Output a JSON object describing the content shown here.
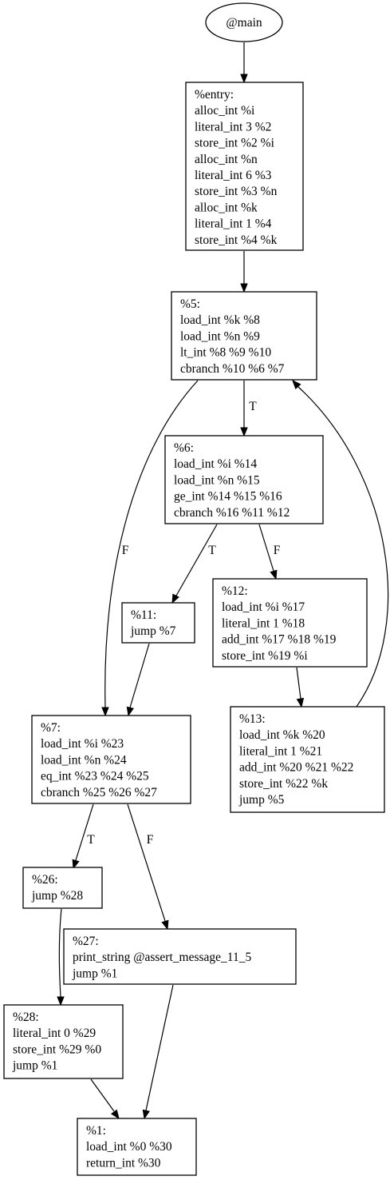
{
  "graph": {
    "title": "@main",
    "nodes": [
      {
        "id": "main",
        "shape": "ellipse",
        "lines": [
          "@main"
        ]
      },
      {
        "id": "entry",
        "shape": "box",
        "lines": [
          "%entry:",
          "alloc_int %i",
          "literal_int 3 %2",
          "store_int %2 %i",
          "alloc_int %n",
          "literal_int 6 %3",
          "store_int %3 %n",
          "alloc_int %k",
          "literal_int 1 %4",
          "store_int %4 %k"
        ]
      },
      {
        "id": "b5",
        "shape": "box",
        "lines": [
          "%5:",
          "load_int %k %8",
          "load_int %n %9",
          "lt_int %8 %9 %10",
          "cbranch %10 %6 %7"
        ]
      },
      {
        "id": "b6",
        "shape": "box",
        "lines": [
          "%6:",
          "load_int %i %14",
          "load_int %n %15",
          "ge_int %14 %15 %16",
          "cbranch %16 %11 %12"
        ]
      },
      {
        "id": "b11",
        "shape": "box",
        "lines": [
          "%11:",
          "jump %7"
        ]
      },
      {
        "id": "b12",
        "shape": "box",
        "lines": [
          "%12:",
          "load_int %i %17",
          "literal_int 1 %18",
          "add_int %17 %18 %19",
          "store_int %19 %i"
        ]
      },
      {
        "id": "b13",
        "shape": "box",
        "lines": [
          "%13:",
          "load_int %k %20",
          "literal_int 1 %21",
          "add_int %20 %21 %22",
          "store_int %22 %k",
          "jump %5"
        ]
      },
      {
        "id": "b7",
        "shape": "box",
        "lines": [
          "%7:",
          "load_int %i %23",
          "load_int %n %24",
          "eq_int %23 %24 %25",
          "cbranch %25 %26 %27"
        ]
      },
      {
        "id": "b26",
        "shape": "box",
        "lines": [
          "%26:",
          "jump %28"
        ]
      },
      {
        "id": "b27",
        "shape": "box",
        "lines": [
          "%27:",
          "print_string @assert_message_11_5",
          "jump %1"
        ]
      },
      {
        "id": "b28",
        "shape": "box",
        "lines": [
          "%28:",
          "literal_int 0 %29",
          "store_int %29 %0",
          "jump %1"
        ]
      },
      {
        "id": "b1",
        "shape": "box",
        "lines": [
          "%1:",
          "load_int %0 %30",
          "return_int %30"
        ]
      }
    ],
    "edges": [
      {
        "from": "main",
        "to": "entry",
        "label": ""
      },
      {
        "from": "entry",
        "to": "b5",
        "label": ""
      },
      {
        "from": "b5",
        "to": "b6",
        "label": "T"
      },
      {
        "from": "b5",
        "to": "b7",
        "label": "F"
      },
      {
        "from": "b6",
        "to": "b11",
        "label": "T"
      },
      {
        "from": "b6",
        "to": "b12",
        "label": "F"
      },
      {
        "from": "b12",
        "to": "b13",
        "label": ""
      },
      {
        "from": "b13",
        "to": "b5",
        "label": ""
      },
      {
        "from": "b11",
        "to": "b7",
        "label": ""
      },
      {
        "from": "b7",
        "to": "b26",
        "label": "T"
      },
      {
        "from": "b7",
        "to": "b27",
        "label": "F"
      },
      {
        "from": "b26",
        "to": "b28",
        "label": ""
      },
      {
        "from": "b27",
        "to": "b1",
        "label": ""
      },
      {
        "from": "b28",
        "to": "b1",
        "label": ""
      }
    ]
  }
}
